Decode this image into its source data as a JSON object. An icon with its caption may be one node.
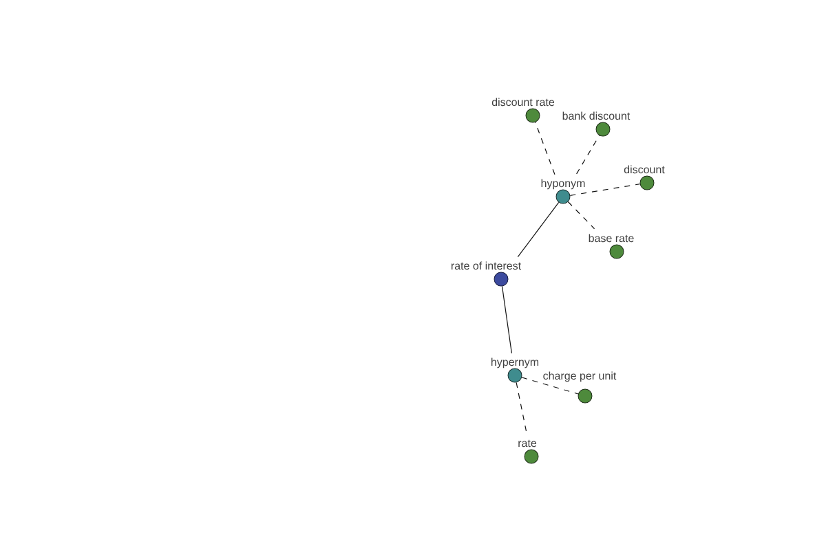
{
  "diagram": {
    "nodes": [
      {
        "text": [
          "discount rate"
        ]
      },
      {
        "text": [
          "bank discount"
        ]
      },
      {
        "text": [
          "discount"
        ]
      },
      {
        "text": [
          "hyponym"
        ]
      },
      {
        "text": [
          "base rate"
        ]
      },
      {
        "text": [
          "rate of interest"
        ]
      },
      {
        "text": [
          "hypernym"
        ]
      },
      {
        "text": [
          "charge per unit"
        ]
      },
      {
        "text": [
          "rate"
        ]
      }
    ],
    "edges": [
      {
        "from": 5,
        "to": 3,
        "arrow": "none"
      },
      {
        "from": 5,
        "to": 6,
        "arrow": "none"
      },
      {
        "from": 3,
        "to": 0,
        "arrow": "none",
        "style": "dashed"
      },
      {
        "from": 3,
        "to": 1,
        "arrow": "none",
        "style": "dashed"
      },
      {
        "from": 3,
        "to": 2,
        "arrow": "none",
        "style": "dashed"
      },
      {
        "from": 3,
        "to": 4,
        "arrow": "none",
        "style": "dashed"
      },
      {
        "from": 6,
        "to": 7,
        "arrow": "none",
        "style": "dashed"
      },
      {
        "from": 6,
        "to": 8,
        "arrow": "none",
        "style": "dashed"
      }
    ]
  }
}
